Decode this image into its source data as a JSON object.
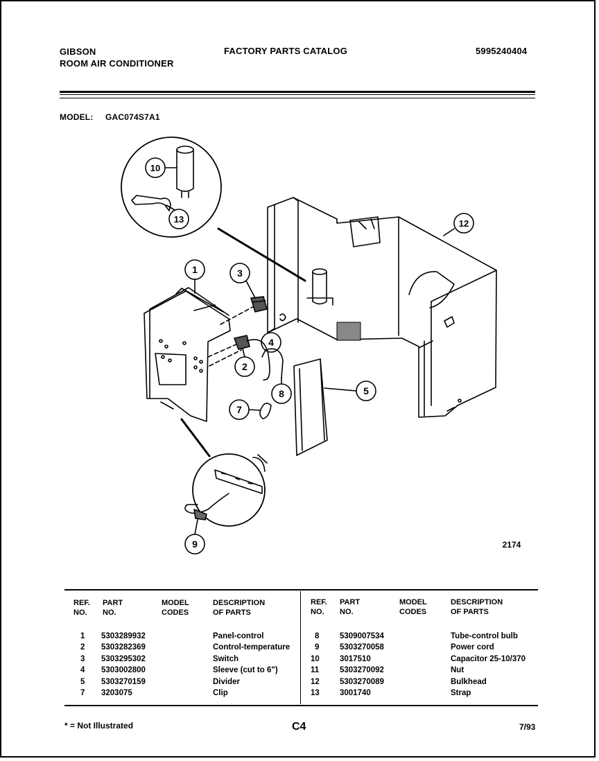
{
  "header": {
    "brand": "GIBSON",
    "product": "ROOM AIR CONDITIONER",
    "catalog_title": "FACTORY PARTS CATALOG",
    "catalog_number": "5995240404",
    "model_label": "MODEL:",
    "model_value": "GAC074S7A1"
  },
  "diagram": {
    "callouts": [
      "1",
      "2",
      "3",
      "4",
      "5",
      "7",
      "8",
      "9",
      "10",
      "12",
      "13"
    ],
    "figure_number": "2174"
  },
  "table": {
    "headers": {
      "ref": [
        "REF.",
        "NO."
      ],
      "part": [
        "PART",
        "NO."
      ],
      "model": [
        "MODEL",
        "CODES"
      ],
      "desc": [
        "DESCRIPTION",
        "OF PARTS"
      ]
    },
    "left_rows": [
      {
        "ref": "1",
        "part": "5303289932",
        "codes": "",
        "desc": "Panel-control"
      },
      {
        "ref": "2",
        "part": "5303282369",
        "codes": "",
        "desc": "Control-temperature"
      },
      {
        "ref": "3",
        "part": "5303295302",
        "codes": "",
        "desc": "Switch"
      },
      {
        "ref": "4",
        "part": "5303002800",
        "codes": "",
        "desc": "Sleeve (cut to 6\")"
      },
      {
        "ref": "5",
        "part": "5303270159",
        "codes": "",
        "desc": "Divider"
      },
      {
        "ref": "7",
        "part": "3203075",
        "codes": "",
        "desc": "Clip"
      }
    ],
    "right_rows": [
      {
        "ref": "8",
        "part": "5309007534",
        "codes": "",
        "desc": "Tube-control bulb"
      },
      {
        "ref": "9",
        "part": "5303270058",
        "codes": "",
        "desc": "Power cord"
      },
      {
        "ref": "10",
        "part": "3017510",
        "codes": "",
        "desc": "Capacitor 25-10/370"
      },
      {
        "ref": "11",
        "part": "5303270092",
        "codes": "",
        "desc": "Nut"
      },
      {
        "ref": "12",
        "part": "5303270089",
        "codes": "",
        "desc": "Bulkhead"
      },
      {
        "ref": "13",
        "part": "3001740",
        "codes": "",
        "desc": "Strap"
      }
    ]
  },
  "footer": {
    "note": "* = Not Illustrated",
    "page_code": "C4",
    "date": "7/93"
  }
}
